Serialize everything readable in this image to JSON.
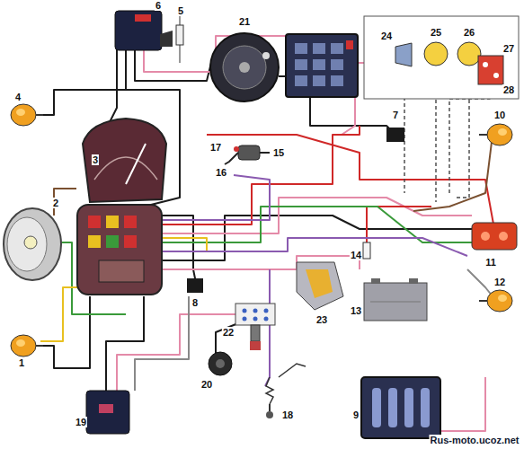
{
  "diagram": {
    "labels": [
      "1",
      "2",
      "3",
      "4",
      "5",
      "6",
      "7",
      "8",
      "9",
      "10",
      "11",
      "12",
      "13",
      "14",
      "15",
      "16",
      "17",
      "18",
      "19",
      "20",
      "21",
      "22",
      "23",
      "24",
      "25",
      "26",
      "27",
      "28",
      "Rus-moto.ucoz.net"
    ]
  }
}
